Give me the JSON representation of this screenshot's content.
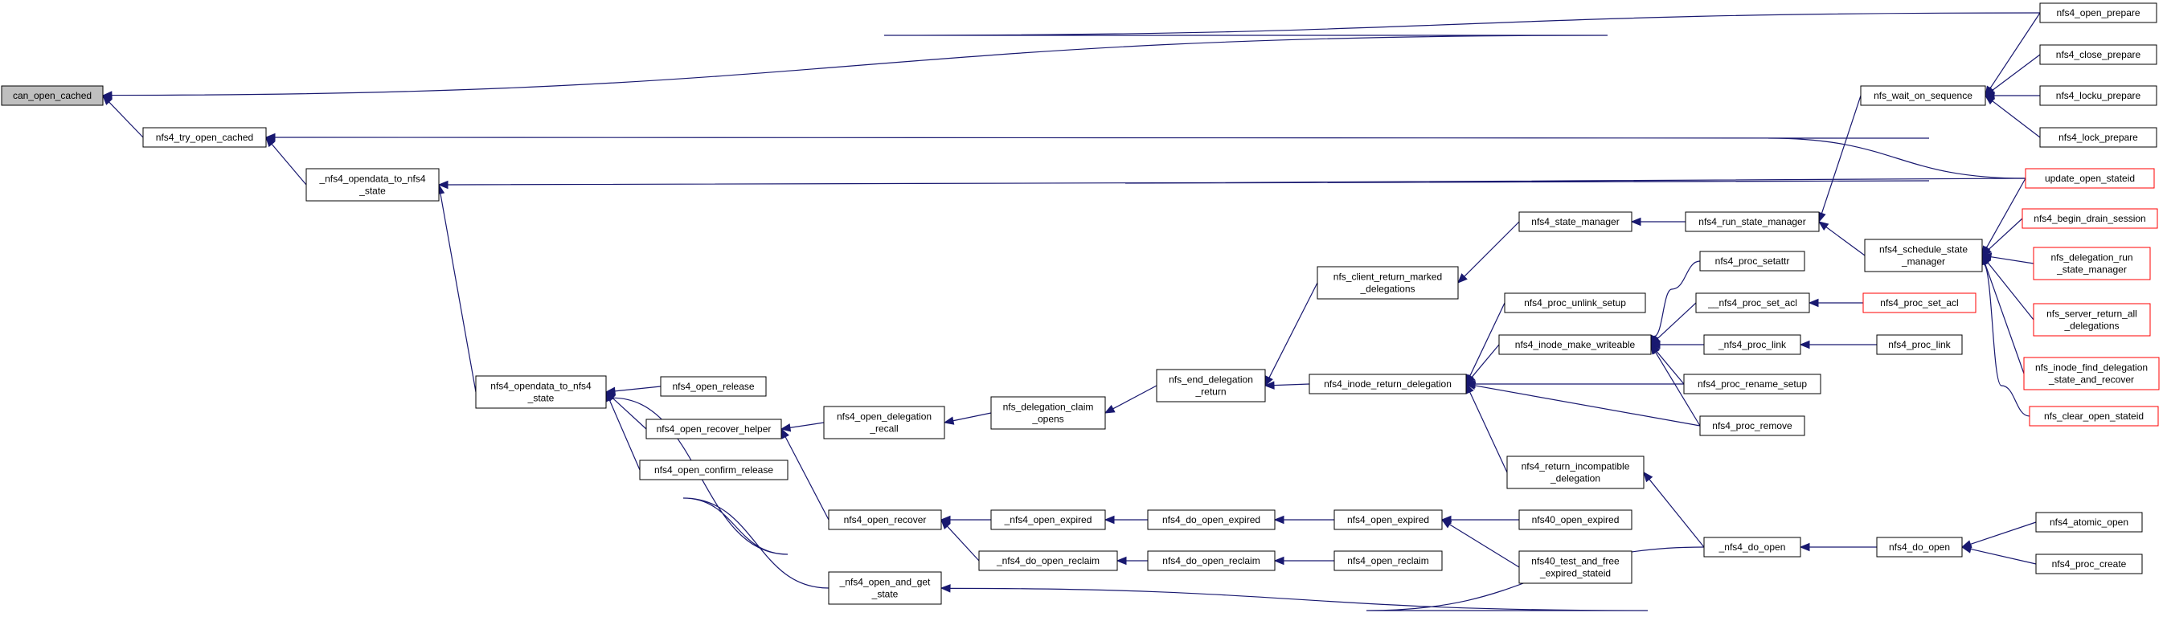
{
  "title": "",
  "colors": {
    "edge": "#191970",
    "node_border": "#000000",
    "node_border_external": "#ff0000",
    "current_node_fill": "#bfbfbf"
  },
  "nodes": {
    "can_open_cached": [
      "can_open_cached"
    ],
    "nfs4_try_open_cached": [
      "nfs4_try_open_cached"
    ],
    "_nfs4_opendata_to_nfs4_state": [
      "_nfs4_opendata_to_nfs4",
      "_state"
    ],
    "nfs4_opendata_to_nfs4_state": [
      "nfs4_opendata_to_nfs4",
      "_state"
    ],
    "nfs4_open_release": [
      "nfs4_open_release"
    ],
    "nfs4_open_recover_helper": [
      "nfs4_open_recover_helper"
    ],
    "nfs4_open_confirm_release": [
      "nfs4_open_confirm_release"
    ],
    "nfs4_open_delegation_recall": [
      "nfs4_open_delegation",
      "_recall"
    ],
    "nfs4_open_recover": [
      "nfs4_open_recover"
    ],
    "_nfs4_open_and_get_state": [
      "_nfs4_open_and_get",
      "_state"
    ],
    "nfs_delegation_claim_opens": [
      "nfs_delegation_claim",
      "_opens"
    ],
    "_nfs4_open_expired": [
      "_nfs4_open_expired"
    ],
    "_nfs4_do_open_reclaim": [
      "_nfs4_do_open_reclaim"
    ],
    "nfs_end_delegation_return": [
      "nfs_end_delegation",
      "_return"
    ],
    "nfs4_do_open_expired": [
      "nfs4_do_open_expired"
    ],
    "nfs4_do_open_reclaim": [
      "nfs4_do_open_reclaim"
    ],
    "nfs_client_return_marked_delegations": [
      "nfs_client_return_marked",
      "_delegations"
    ],
    "nfs4_inode_return_delegation": [
      "nfs4_inode_return_delegation"
    ],
    "nfs4_open_expired": [
      "nfs4_open_expired"
    ],
    "nfs4_open_reclaim": [
      "nfs4_open_reclaim"
    ],
    "nfs4_state_manager": [
      "nfs4_state_manager"
    ],
    "nfs4_proc_unlink_setup": [
      "nfs4_proc_unlink_setup"
    ],
    "nfs4_inode_make_writeable": [
      "nfs4_inode_make_writeable"
    ],
    "nfs4_return_incompatible_delegation": [
      "nfs4_return_incompatible",
      "_delegation"
    ],
    "nfs40_open_expired": [
      "nfs40_open_expired"
    ],
    "nfs40_test_and_free_expired_stateid": [
      "nfs40_test_and_free",
      "_expired_stateid"
    ],
    "nfs4_run_state_manager": [
      "nfs4_run_state_manager"
    ],
    "nfs4_proc_setattr": [
      "nfs4_proc_setattr"
    ],
    "__nfs4_proc_set_acl": [
      "__nfs4_proc_set_acl"
    ],
    "_nfs4_proc_link": [
      "_nfs4_proc_link"
    ],
    "nfs4_proc_rename_setup": [
      "nfs4_proc_rename_setup"
    ],
    "nfs4_proc_remove": [
      "nfs4_proc_remove"
    ],
    "_nfs4_do_open": [
      "_nfs4_do_open"
    ],
    "nfs_wait_on_sequence": [
      "nfs_wait_on_sequence"
    ],
    "nfs4_schedule_state_manager": [
      "nfs4_schedule_state",
      "_manager"
    ],
    "nfs4_proc_set_acl": [
      "nfs4_proc_set_acl"
    ],
    "nfs4_proc_link": [
      "nfs4_proc_link"
    ],
    "nfs4_do_open": [
      "nfs4_do_open"
    ],
    "nfs4_open_prepare": [
      "nfs4_open_prepare"
    ],
    "nfs4_close_prepare": [
      "nfs4_close_prepare"
    ],
    "nfs4_locku_prepare": [
      "nfs4_locku_prepare"
    ],
    "nfs4_lock_prepare": [
      "nfs4_lock_prepare"
    ],
    "update_open_stateid": [
      "update_open_stateid"
    ],
    "nfs4_begin_drain_session": [
      "nfs4_begin_drain_session"
    ],
    "nfs_delegation_run_state_manager": [
      "nfs_delegation_run",
      "_state_manager"
    ],
    "nfs_server_return_all_delegations": [
      "nfs_server_return_all",
      "_delegations"
    ],
    "nfs_inode_find_delegation_state_and_recover": [
      "nfs_inode_find_delegation",
      "_state_and_recover"
    ],
    "nfs_clear_open_stateid": [
      "nfs_clear_open_stateid"
    ],
    "nfs4_atomic_open": [
      "nfs4_atomic_open"
    ],
    "nfs4_proc_create": [
      "nfs4_proc_create"
    ]
  }
}
